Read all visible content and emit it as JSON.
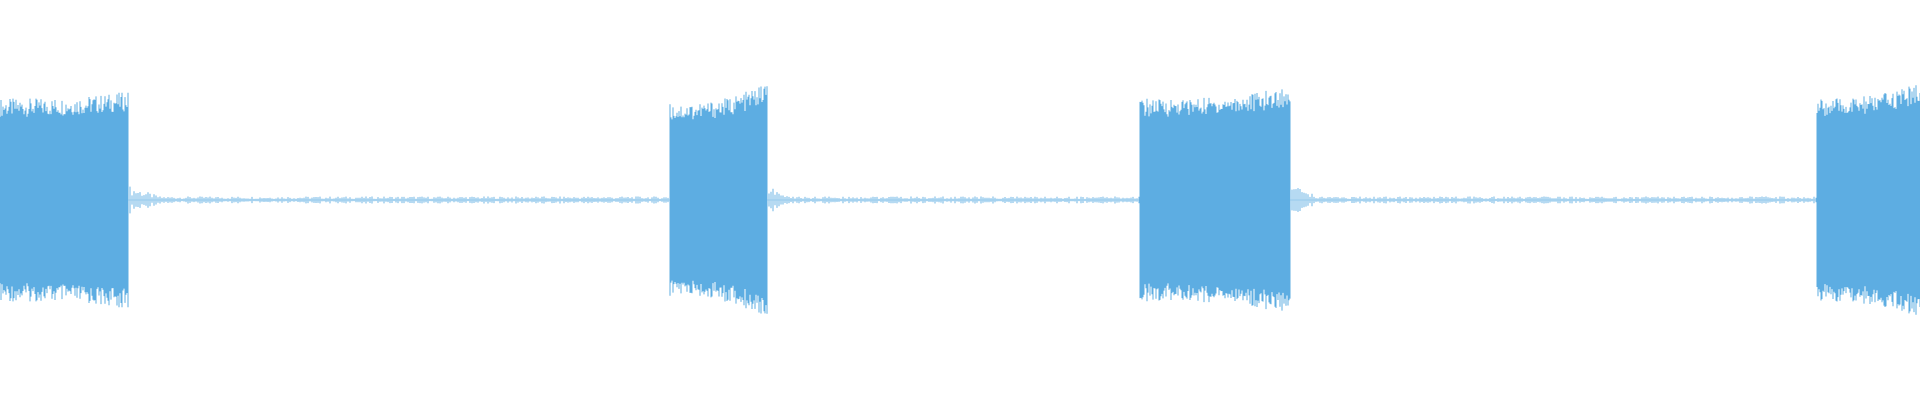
{
  "chart_data": {
    "type": "area",
    "title": "",
    "xlabel": "",
    "ylabel": "",
    "grid": false,
    "legend": "none",
    "color": "#5dade2",
    "xlim": [
      0,
      1920
    ],
    "ylim": [
      -1,
      1
    ],
    "series": [
      {
        "bursts": [
          {
            "start": 0,
            "end": 128,
            "amplitude": 0.86,
            "end_amplitude": 0.92
          },
          {
            "start": 670,
            "end": 767,
            "amplitude": 0.82,
            "end_amplitude": 1.0
          },
          {
            "start": 1140,
            "end": 1290,
            "amplitude": 0.86,
            "end_amplitude": 0.96
          },
          {
            "start": 1817,
            "end": 1920,
            "amplitude": 0.86,
            "end_amplitude": 1.0
          }
        ],
        "gaps": [
          {
            "start": 128,
            "end": 670,
            "amplitude": 0.03
          },
          {
            "start": 767,
            "end": 1140,
            "amplitude": 0.03
          },
          {
            "start": 1290,
            "end": 1817,
            "amplitude": 0.03
          }
        ]
      }
    ]
  }
}
